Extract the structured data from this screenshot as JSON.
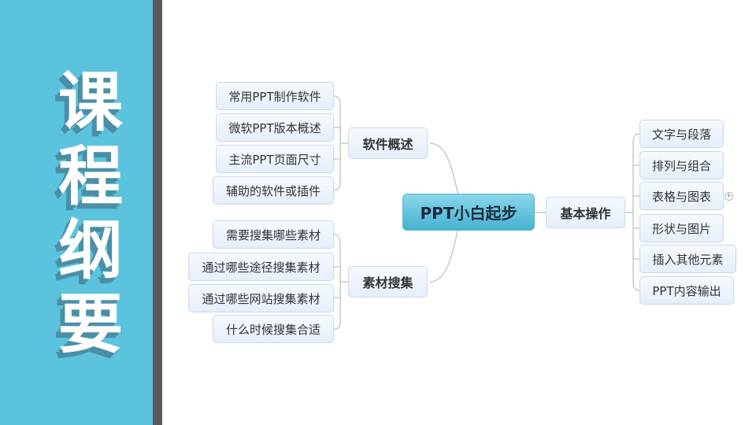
{
  "sidebar": {
    "title_chars": [
      "课",
      "程",
      "纲",
      "要"
    ],
    "bg_color": "#5bc3dd",
    "edge_color": "#5a5a5a"
  },
  "mindmap": {
    "root": "PPT小白起步",
    "branches": {
      "software": {
        "label": "软件概述",
        "children": [
          "常用PPT制作软件",
          "微软PPT版本概述",
          "主流PPT页面尺寸",
          "辅助的软件或插件"
        ]
      },
      "materials": {
        "label": "素材搜集",
        "children": [
          "需要搜集哪些素材",
          "通过哪些途径搜集素材",
          "通过哪些网站搜集素材",
          "什么时候搜集合适"
        ]
      },
      "basics": {
        "label": "基本操作",
        "children": [
          "文字与段落",
          "排列与组合",
          "表格与图表",
          "形状与图片",
          "插入其他元素",
          "PPT内容输出"
        ]
      }
    },
    "expand_icon": "plus-circle-icon"
  }
}
